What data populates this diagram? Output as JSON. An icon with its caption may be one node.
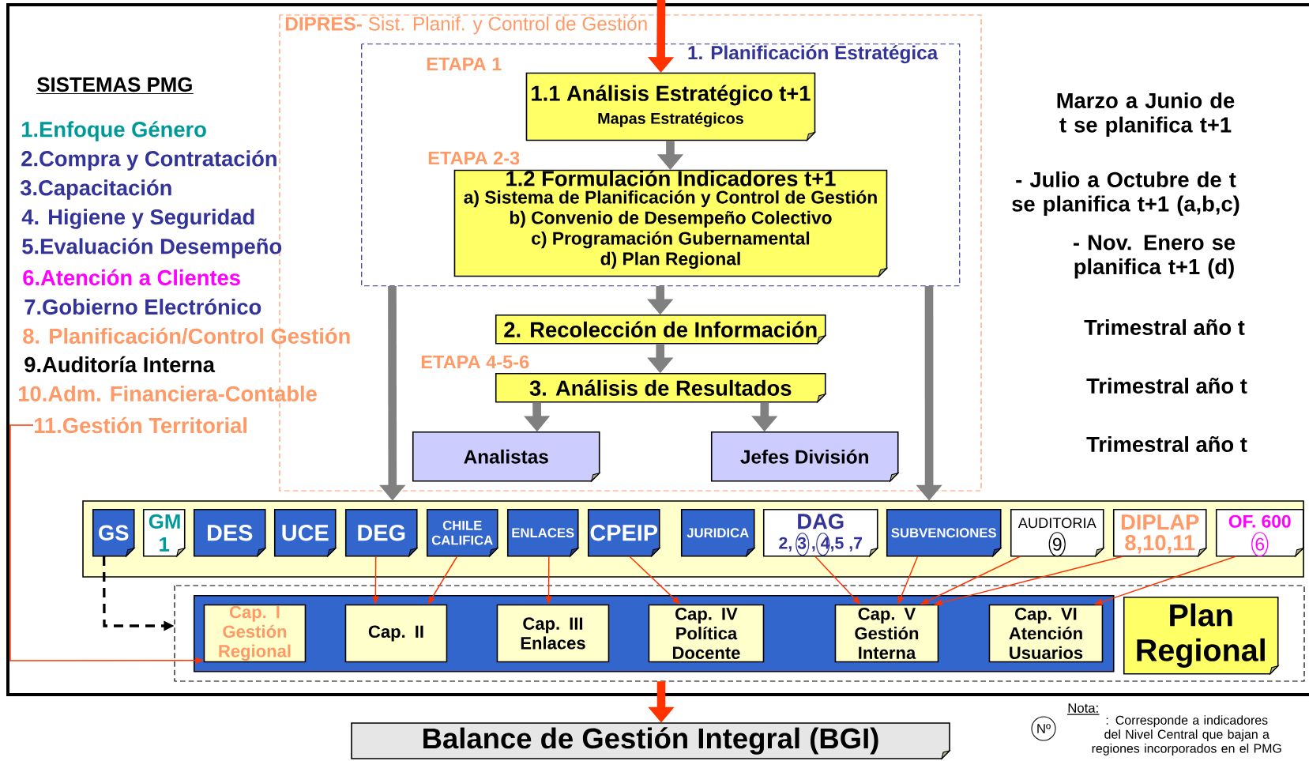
{
  "diagram": {
    "nodes": [
      {
        "text": [
          "**DIPRES-** Sist. Planif. y Control de Gestión"
        ]
      },
      {
        "text": [
          "1. Planificación Estratégica"
        ],
        "in": 0
      },
      {
        "text": [
          "1.1 Análisis Estratégico t+1",
          "Mapas Estratégicos"
        ],
        "in": 1
      },
      {
        "text": [
          "1.2 Formulación Indicadores t+1",
          "a) Sistema de Planificación y Control de Gestión",
          "b) Convenio de Desempeño Colectivo",
          "c) Programación Gubernamental",
          "d) Plan Regional"
        ],
        "in": 1
      },
      {
        "text": [
          "2. Recolección de Información"
        ],
        "in": 0
      },
      {
        "text": [
          "3. Análisis de Resultados"
        ],
        "in": 0
      },
      {
        "text": [
          "Analistas"
        ],
        "in": 0
      },
      {
        "text": [
          "Jefes División"
        ],
        "in": 0
      },
      {
        "text": [
          "11.Gestión Territorial"
        ]
      },
      {
        "text": [],
        "shape": "box"
      },
      {
        "text": [
          "GS"
        ],
        "in": 9
      },
      {
        "text": [
          "GM 1"
        ],
        "in": 9
      },
      {
        "text": [
          "DES"
        ],
        "in": 9
      },
      {
        "text": [
          "UCE"
        ],
        "in": 9
      },
      {
        "text": [
          "DEG"
        ],
        "in": 9
      },
      {
        "text": [
          "CHILE CALIFICA"
        ],
        "in": 9
      },
      {
        "text": [
          "ENLACES"
        ],
        "in": 9
      },
      {
        "text": [
          "CPEIP"
        ],
        "in": 9
      },
      {
        "text": [
          "JURIDICA"
        ],
        "in": 9
      },
      {
        "text": [
          "DAG",
          "2, 3 , 4,5 ,7"
        ],
        "in": 9
      },
      {
        "text": [
          "SUBVENCIONES"
        ],
        "in": 9
      },
      {
        "text": [
          "AUDITORIA",
          "9"
        ],
        "in": 9
      },
      {
        "text": [
          "DIPLAP",
          "8,10,11"
        ],
        "in": 9
      },
      {
        "text": [
          "OF. 600",
          "6"
        ],
        "in": 9
      },
      {
        "text": [],
        "shape": "box"
      },
      {
        "text": [],
        "shape": "box",
        "in": 24
      },
      {
        "text": [
          "Cap. I Gestión Regional"
        ],
        "in": 25
      },
      {
        "text": [
          "Cap. II"
        ],
        "in": 25
      },
      {
        "text": [
          "Cap. III Enlaces"
        ],
        "in": 25
      },
      {
        "text": [
          "Cap. IV Política Docente"
        ],
        "in": 25
      },
      {
        "text": [
          "Cap. V Gestión Interna"
        ],
        "in": 25
      },
      {
        "text": [
          "Cap. VI Atención Usuarios"
        ],
        "in": 25
      },
      {
        "text": [
          "Plan Regional"
        ],
        "in": 24
      },
      {
        "text": [
          "Balance de Gestión Integral (BGI)"
        ]
      }
    ],
    "edges": [
      {
        "from": null,
        "to": 2,
        "arrow": "to",
        "style": "thick"
      },
      {
        "from": 2,
        "to": 3,
        "arrow": "to",
        "style": "thick",
        "color": "#808080"
      },
      {
        "from": 1,
        "to": 4,
        "arrow": "to",
        "style": "thick",
        "color": "#808080"
      },
      {
        "from": 4,
        "to": 5,
        "arrow": "to",
        "style": "thick",
        "color": "#808080"
      },
      {
        "from": 5,
        "to": 6,
        "arrow": "to",
        "style": "thick",
        "color": "#808080"
      },
      {
        "from": 5,
        "to": 7,
        "arrow": "to",
        "style": "thick",
        "color": "#808080"
      },
      {
        "from": 1,
        "to": 9,
        "arrow": "to",
        "style": "thick",
        "color": "#808080"
      },
      {
        "from": 1,
        "to": 9,
        "arrow": "to",
        "style": "thick",
        "color": "#808080"
      },
      {
        "from": 24,
        "to": 33,
        "arrow": "to",
        "style": "thick"
      },
      {
        "from": 10,
        "to": 24,
        "arrow": "to",
        "style": "dashed",
        "color": "#000000"
      },
      {
        "from": 8,
        "to": 26,
        "arrow": "to"
      },
      {
        "from": 14,
        "to": 27,
        "arrow": "to"
      },
      {
        "from": 15,
        "to": 27,
        "arrow": "to"
      },
      {
        "from": 16,
        "to": 28,
        "arrow": "to"
      },
      {
        "from": 17,
        "to": 29,
        "arrow": "to"
      },
      {
        "from": 19,
        "to": 30,
        "arrow": "to"
      },
      {
        "from": 20,
        "to": 30,
        "arrow": "to"
      },
      {
        "from": 21,
        "to": 30,
        "arrow": "to"
      },
      {
        "from": 22,
        "to": 30,
        "arrow": "to"
      },
      {
        "from": 23,
        "to": 31,
        "arrow": "to"
      }
    ],
    "labels": [
      "SISTEMAS PMG",
      "1.Enfoque Género",
      "2.Compra y Contratación",
      "3.Capacitación",
      "4. Higiene y Seguridad",
      "5.Evaluación Desempeño",
      "6.Atención a Clientes",
      "7.Gobierno Electrónico",
      "8. Planificación/Control Gestión",
      "9.Auditoría Interna",
      "10.Adm. Financiera-Contable",
      "ETAPA 1",
      "ETAPA 2-3",
      "ETAPA 4-5-6",
      "Marzo a Junio de t se planifica t+1",
      "- Julio a Octubre de t se planifica t+1 (a,b,c)",
      "- Nov. Enero se planifica t+1 (d)",
      "Trimestral año t",
      "Trimestral año t",
      "Trimestral año t",
      "Nota:",
      "Nº",
      ": Corresponde a indicadores del Nivel Central que bajan a regiones incorporados en el PMG"
    ]
  }
}
